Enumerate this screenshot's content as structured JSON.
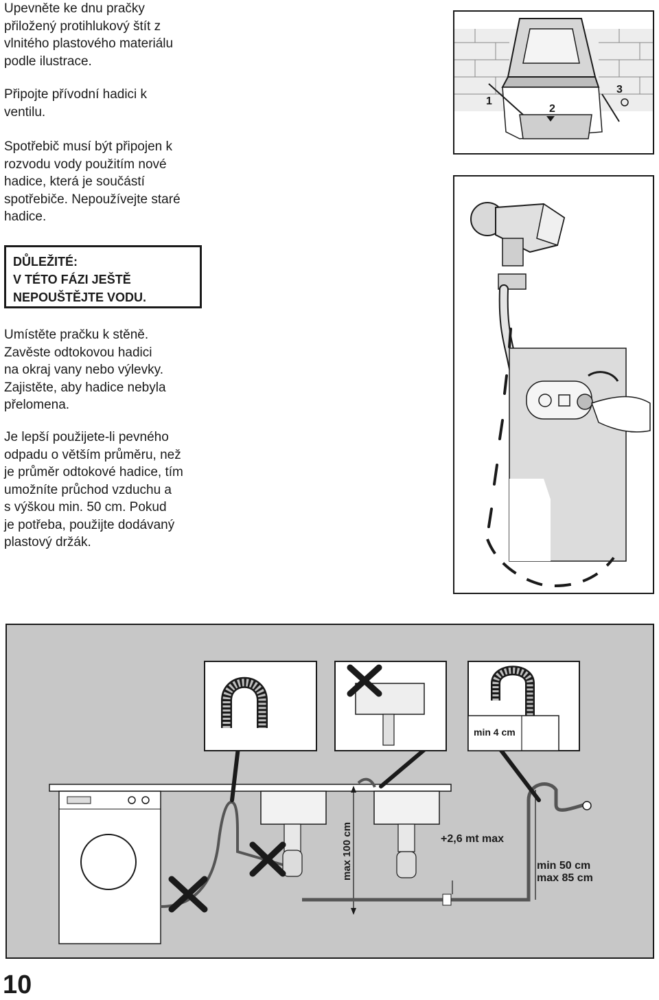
{
  "instructions": {
    "p1": [
      "Upevněte ke dnu pračky",
      "přiložený protihlukový štít z",
      "vlnitého plastového materiálu",
      "podle ilustrace."
    ],
    "p2": [
      "Připojte přívodní hadici k",
      "ventilu."
    ],
    "p3": [
      "Spotřebič musí být připojen k",
      "rozvodu vody použitím nové",
      "hadice, která je součástí",
      "spotřebiče. Nepoužívejte staré",
      "hadice."
    ],
    "warning": [
      "DŮLEŽITÉ:",
      "V TÉTO FÁZI JEŠTĚ",
      "NEPOUŠTĚJTE VODU."
    ],
    "p4": [
      "Umístěte pračku k stěně.",
      "Zavěste odtokovou hadici",
      "na okraj vany nebo výlevky.",
      "Zajistěte, aby hadice nebyla",
      "přelomena."
    ],
    "p5": [
      "Je lepší použijete-li pevného",
      "odpadu o větším průměru, než",
      "je průměr odtokové hadice, tím",
      "umožníte průchod vzduchu a",
      "s výškou min. 50 cm. Pokud",
      "je potřeba, použijte dodávaný",
      "plastový držák."
    ]
  },
  "figure_top": {
    "step_labels": [
      "1",
      "2",
      "3"
    ]
  },
  "figure_bottom": {
    "min_width_label": "min 4 cm",
    "max_height_label": "max 100 cm",
    "extra_length_label": "+2,6 mt max",
    "min_height_label": "min 50 cm",
    "max_height2_label": "max 85 cm"
  },
  "page_number": "10",
  "colors": {
    "text": "#1a1a1a",
    "diagram_background": "#c7c7c7",
    "wall": "#dcdcdc"
  }
}
